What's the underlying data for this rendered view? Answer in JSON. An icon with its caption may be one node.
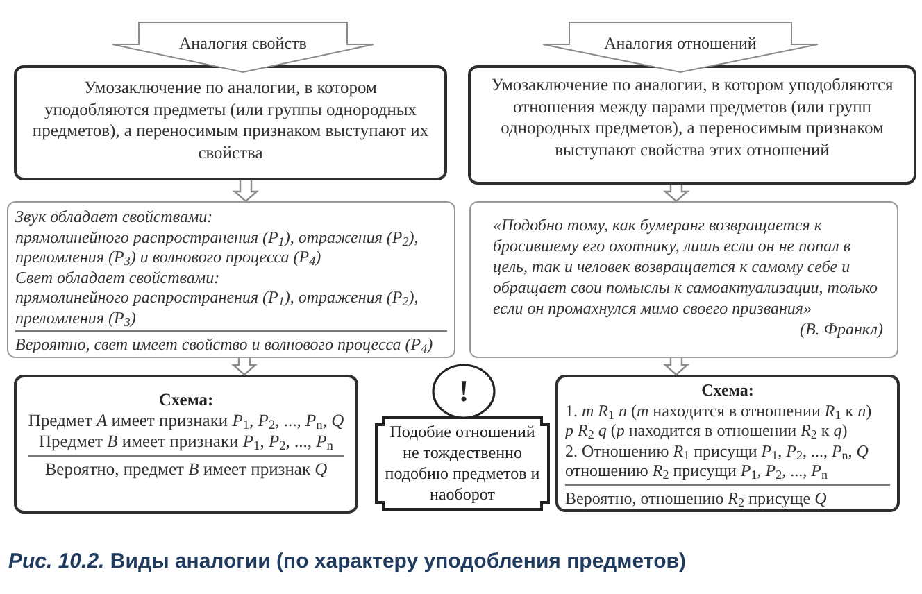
{
  "diagram": {
    "caption": "*Рис. 10.2.* Виды аналогии (по характеру уподобления предметов)",
    "nodes": [
      {
        "text": [
          "Аналогия свойств"
        ]
      },
      {
        "text": [
          "Аналогия отношений"
        ]
      },
      {
        "text": [
          "Умозаключение по аналогии, в котором уподобляются предметы (или группы однородных предметов), а переносимым признаком выступают их свойства"
        ]
      },
      {
        "text": [
          "Умозаключение по аналогии, в котором уподобляются отношения между парами предметов (или групп однородных предметов), а переносимым признаком выступают свойства этих отношений"
        ]
      },
      {
        "text": [
          "Звук обладает свойствами:",
          "прямолинейного распространения (P$_{1}$), отражения (P$_{2}$), преломления (P$_{3}$) и волнового процесса (P$_{4}$)",
          "Свет обладает свойствами:",
          "прямолинейного распространения (P$_{1}$), отражения (P$_{2}$), преломления (P$_{3}$)",
          "Вероятно, свет имеет свойство и волнового процесса (P$_{4}$)"
        ]
      },
      {
        "text": [
          "«Подобно тому, как бумеранг возвращается к бросившему его охотнику, лишь если он не попал в цель, так и человек возвращается к самому себе и обращает свои помыслы к самоактуализации, только если он промахнулся мимо своего призвания»",
          "(В. Франкл)"
        ]
      },
      {
        "text": [
          "Схема:",
          "Предмет *A* имеет признаки *P*$_{1}$, *P*$_{2}$, ..., *P*$_{n}$, *Q*",
          "Предмет *B* имеет признаки *P*$_{1}$, *P*$_{2}$, ..., *P*$_{n}$",
          "Вероятно, предмет *B* имеет признак *Q*"
        ]
      },
      {
        "text": [
          "!"
        ]
      },
      {
        "text": [
          "Подобие отношений не тождественно подобию предметов и наоборот"
        ]
      },
      {
        "text": [
          "Схема:",
          "1. *m R*$_{1}$ *n* (*m* находится в отношении *R*$_{1}$ к *n*)",
          "*p R*$_{2}$ *q* (*p* находится в отношении *R*$_{2}$ к *q*)",
          "2. Отношению *R*$_{1}$ присущи *P*$_{1}$, *P*$_{2}$, ..., *P*$_{n}$, *Q*",
          "отношению *R*$_{2}$ присущи *P*$_{1}$, *P*$_{2}$, ..., *P*$_{n}$",
          "Вероятно, отношению *R*$_{2}$ присуще *Q*"
        ]
      }
    ],
    "edges": [
      {
        "from": 2,
        "to": 4,
        "arrow": "to"
      },
      {
        "from": 4,
        "to": 6,
        "arrow": "to"
      },
      {
        "from": 3,
        "to": 5,
        "arrow": "to"
      },
      {
        "from": 5,
        "to": 9,
        "arrow": "to"
      }
    ]
  }
}
